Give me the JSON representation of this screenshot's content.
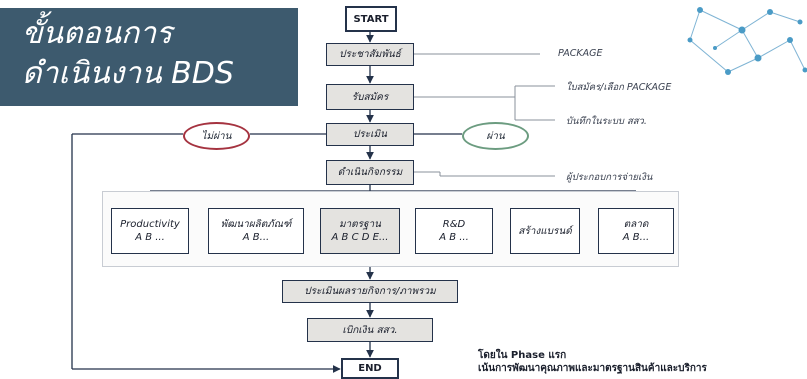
{
  "title": {
    "line1": "ขั้นตอนการ",
    "line2": "ดำเนินงาน BDS"
  },
  "flow": {
    "start": "START",
    "steps": {
      "publicize": "ประชาสัมพันธ์",
      "register": "รับสมัคร",
      "evaluate": "ประเมิน",
      "activities": "ดำเนินกิจกรรม",
      "overall_eval": "ประเมินผลรายกิจการ/ภาพรวม",
      "reimburse": "เบิกเงิน สสว."
    },
    "end": "END",
    "fail_label": "ไม่ผ่าน",
    "pass_label": "ผ่าน"
  },
  "notes": {
    "package": "PACKAGE",
    "apply_package": "ใบสมัคร/เลือก PACKAGE",
    "record_system": "บันทึกในระบบ สสว.",
    "provider_payment": "ผู้ประกอบการจ่ายเงิน"
  },
  "categories": [
    {
      "name": "Productivity",
      "sub": "A B ..."
    },
    {
      "name": "พัฒนาผลิตภัณฑ์",
      "sub": "A B..."
    },
    {
      "name": "มาตรฐาน",
      "sub": "A B C D E..."
    },
    {
      "name": "R&D",
      "sub": "A B ..."
    },
    {
      "name": "สร้างแบรนด์",
      "sub": ""
    },
    {
      "name": "ตลาด",
      "sub": "A B..."
    }
  ],
  "phase_note": {
    "line1": "โดยใน Phase แรก",
    "line2": "เน้นการพัฒนาคุณภาพและมาตรฐานสินค้าและบริการ"
  },
  "colors": {
    "title_bg": "#3d5a6e",
    "box_border": "#24324a",
    "step_fill": "#e4e3e0",
    "fail_ring": "#a53340",
    "pass_ring": "#6c9c80",
    "network_decor": "#4a9bc6"
  },
  "icons": {
    "decoration": "network-graph-icon"
  }
}
